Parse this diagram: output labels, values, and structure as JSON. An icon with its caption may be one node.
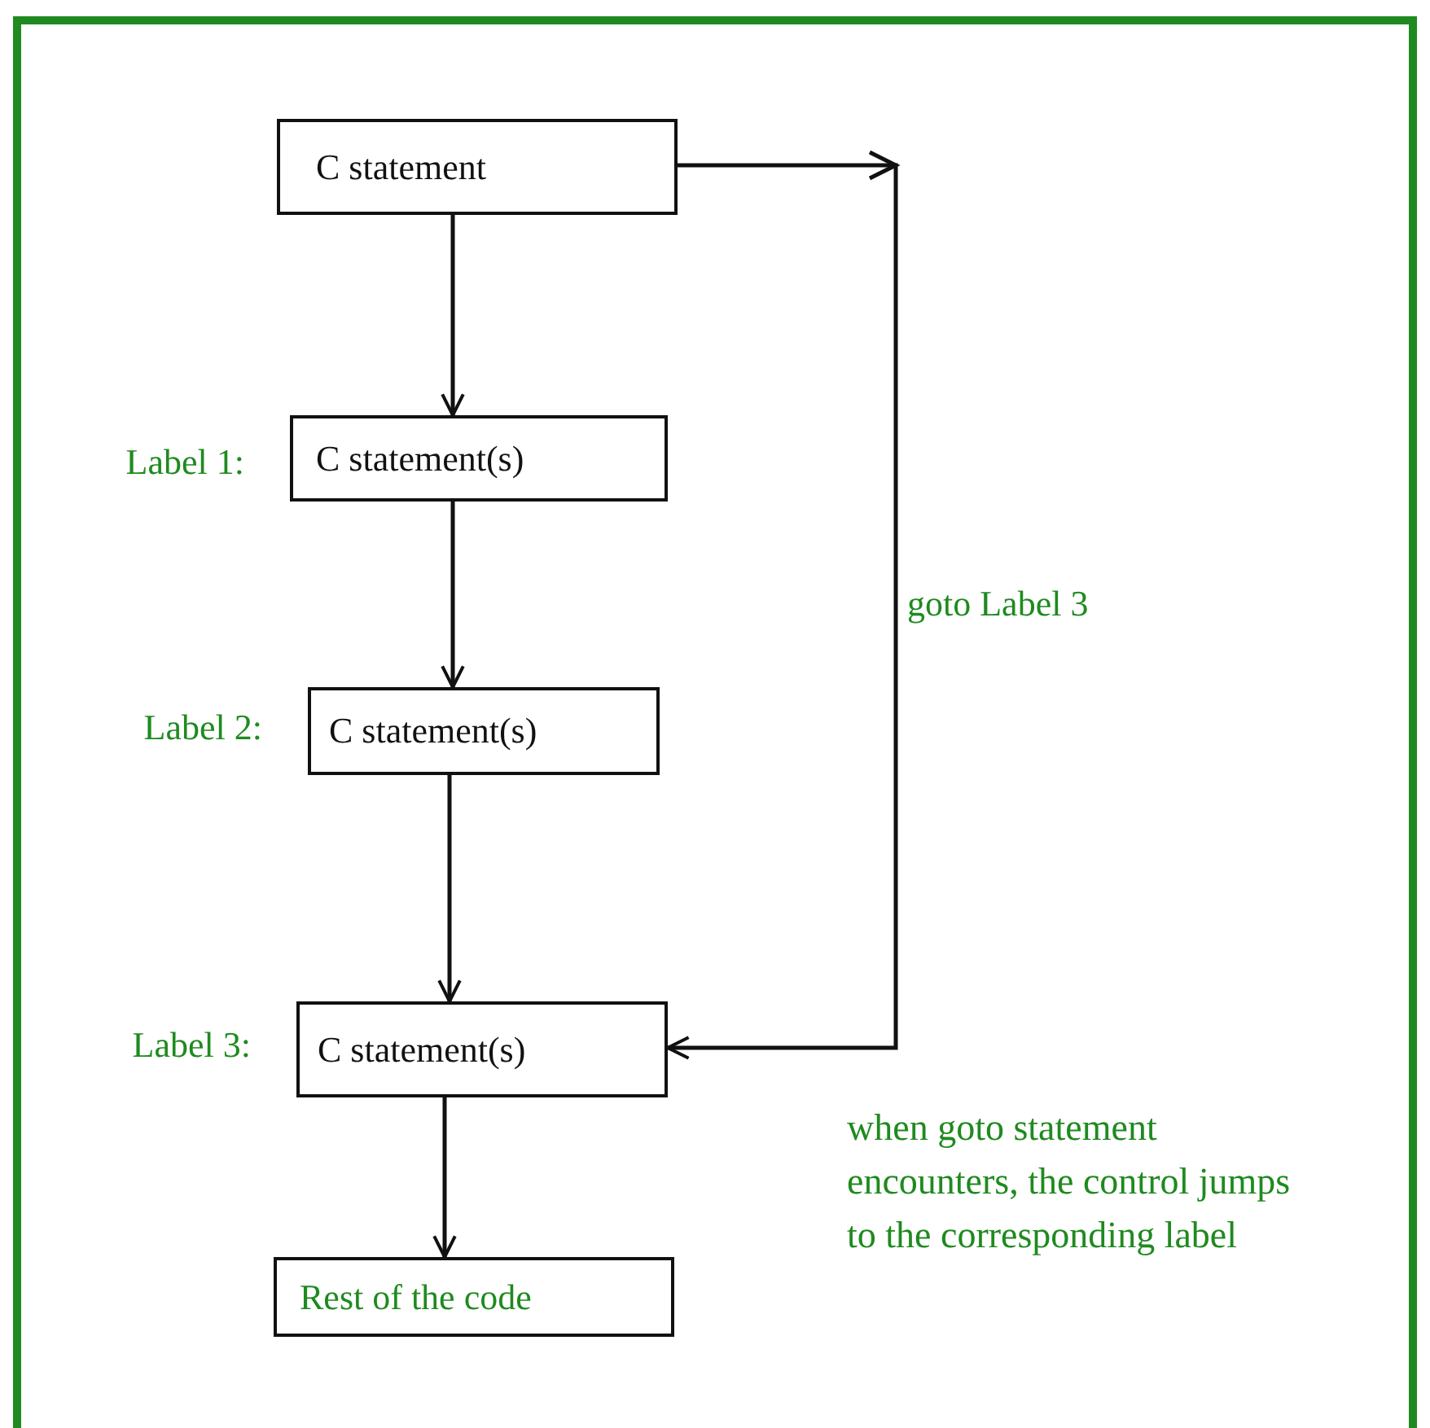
{
  "diagram": {
    "nodes": [
      {
        "text": [
          "C statement"
        ]
      },
      {
        "text": [
          "C statement(s)"
        ],
        "beside": [
          "Label 1:"
        ]
      },
      {
        "text": [
          "C statement(s)"
        ],
        "beside": [
          "Label 2:"
        ]
      },
      {
        "text": [
          "C statement(s)"
        ],
        "beside": [
          "Label 3:"
        ]
      },
      {
        "text": [
          "Rest of the code"
        ]
      }
    ],
    "edges": [
      {
        "from": 0,
        "to": 1,
        "arrow": "to"
      },
      {
        "from": 1,
        "to": 2,
        "arrow": "to"
      },
      {
        "from": 2,
        "to": 3,
        "arrow": "to"
      },
      {
        "from": 3,
        "to": 4,
        "arrow": "to"
      },
      {
        "from": 0,
        "to": 3,
        "arrow": "to",
        "label": "goto Label 3"
      }
    ],
    "labels": [
      "when goto statement encounters, the control jumps to the corresponding label"
    ]
  }
}
